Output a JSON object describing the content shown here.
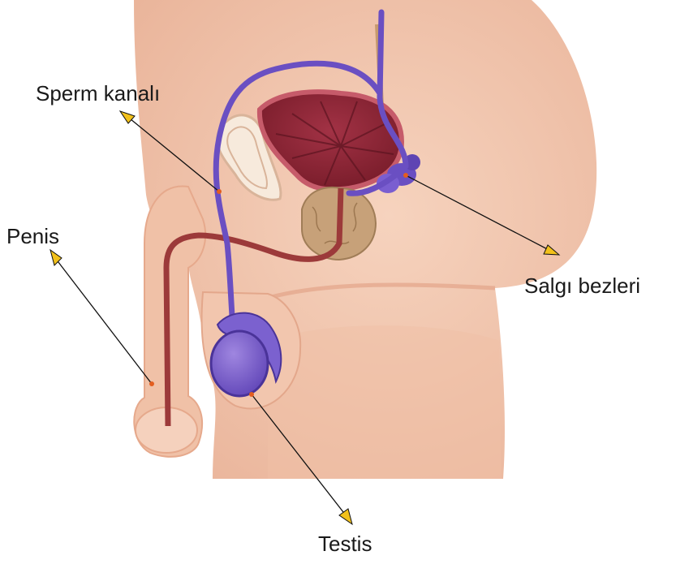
{
  "labels": {
    "sperm_duct": "Sperm kanalı",
    "penis": "Penis",
    "glands": "Salgı bezleri",
    "testis": "Testis"
  },
  "colors": {
    "skin": "#f4cbb3",
    "skin_shadow": "#e7ad92",
    "duct": "#6a4fc2",
    "duct_outline": "#3f2c8f",
    "bladder": "#8e2432",
    "bladder_rim": "#c65b6a",
    "prostate": "#c7a179",
    "urethra": "#9c3a3a",
    "bone": "#f7eadc",
    "leader_line": "#111111",
    "arrow_fill": "#f2c11b",
    "pointer_dot": "#e35d1f"
  }
}
